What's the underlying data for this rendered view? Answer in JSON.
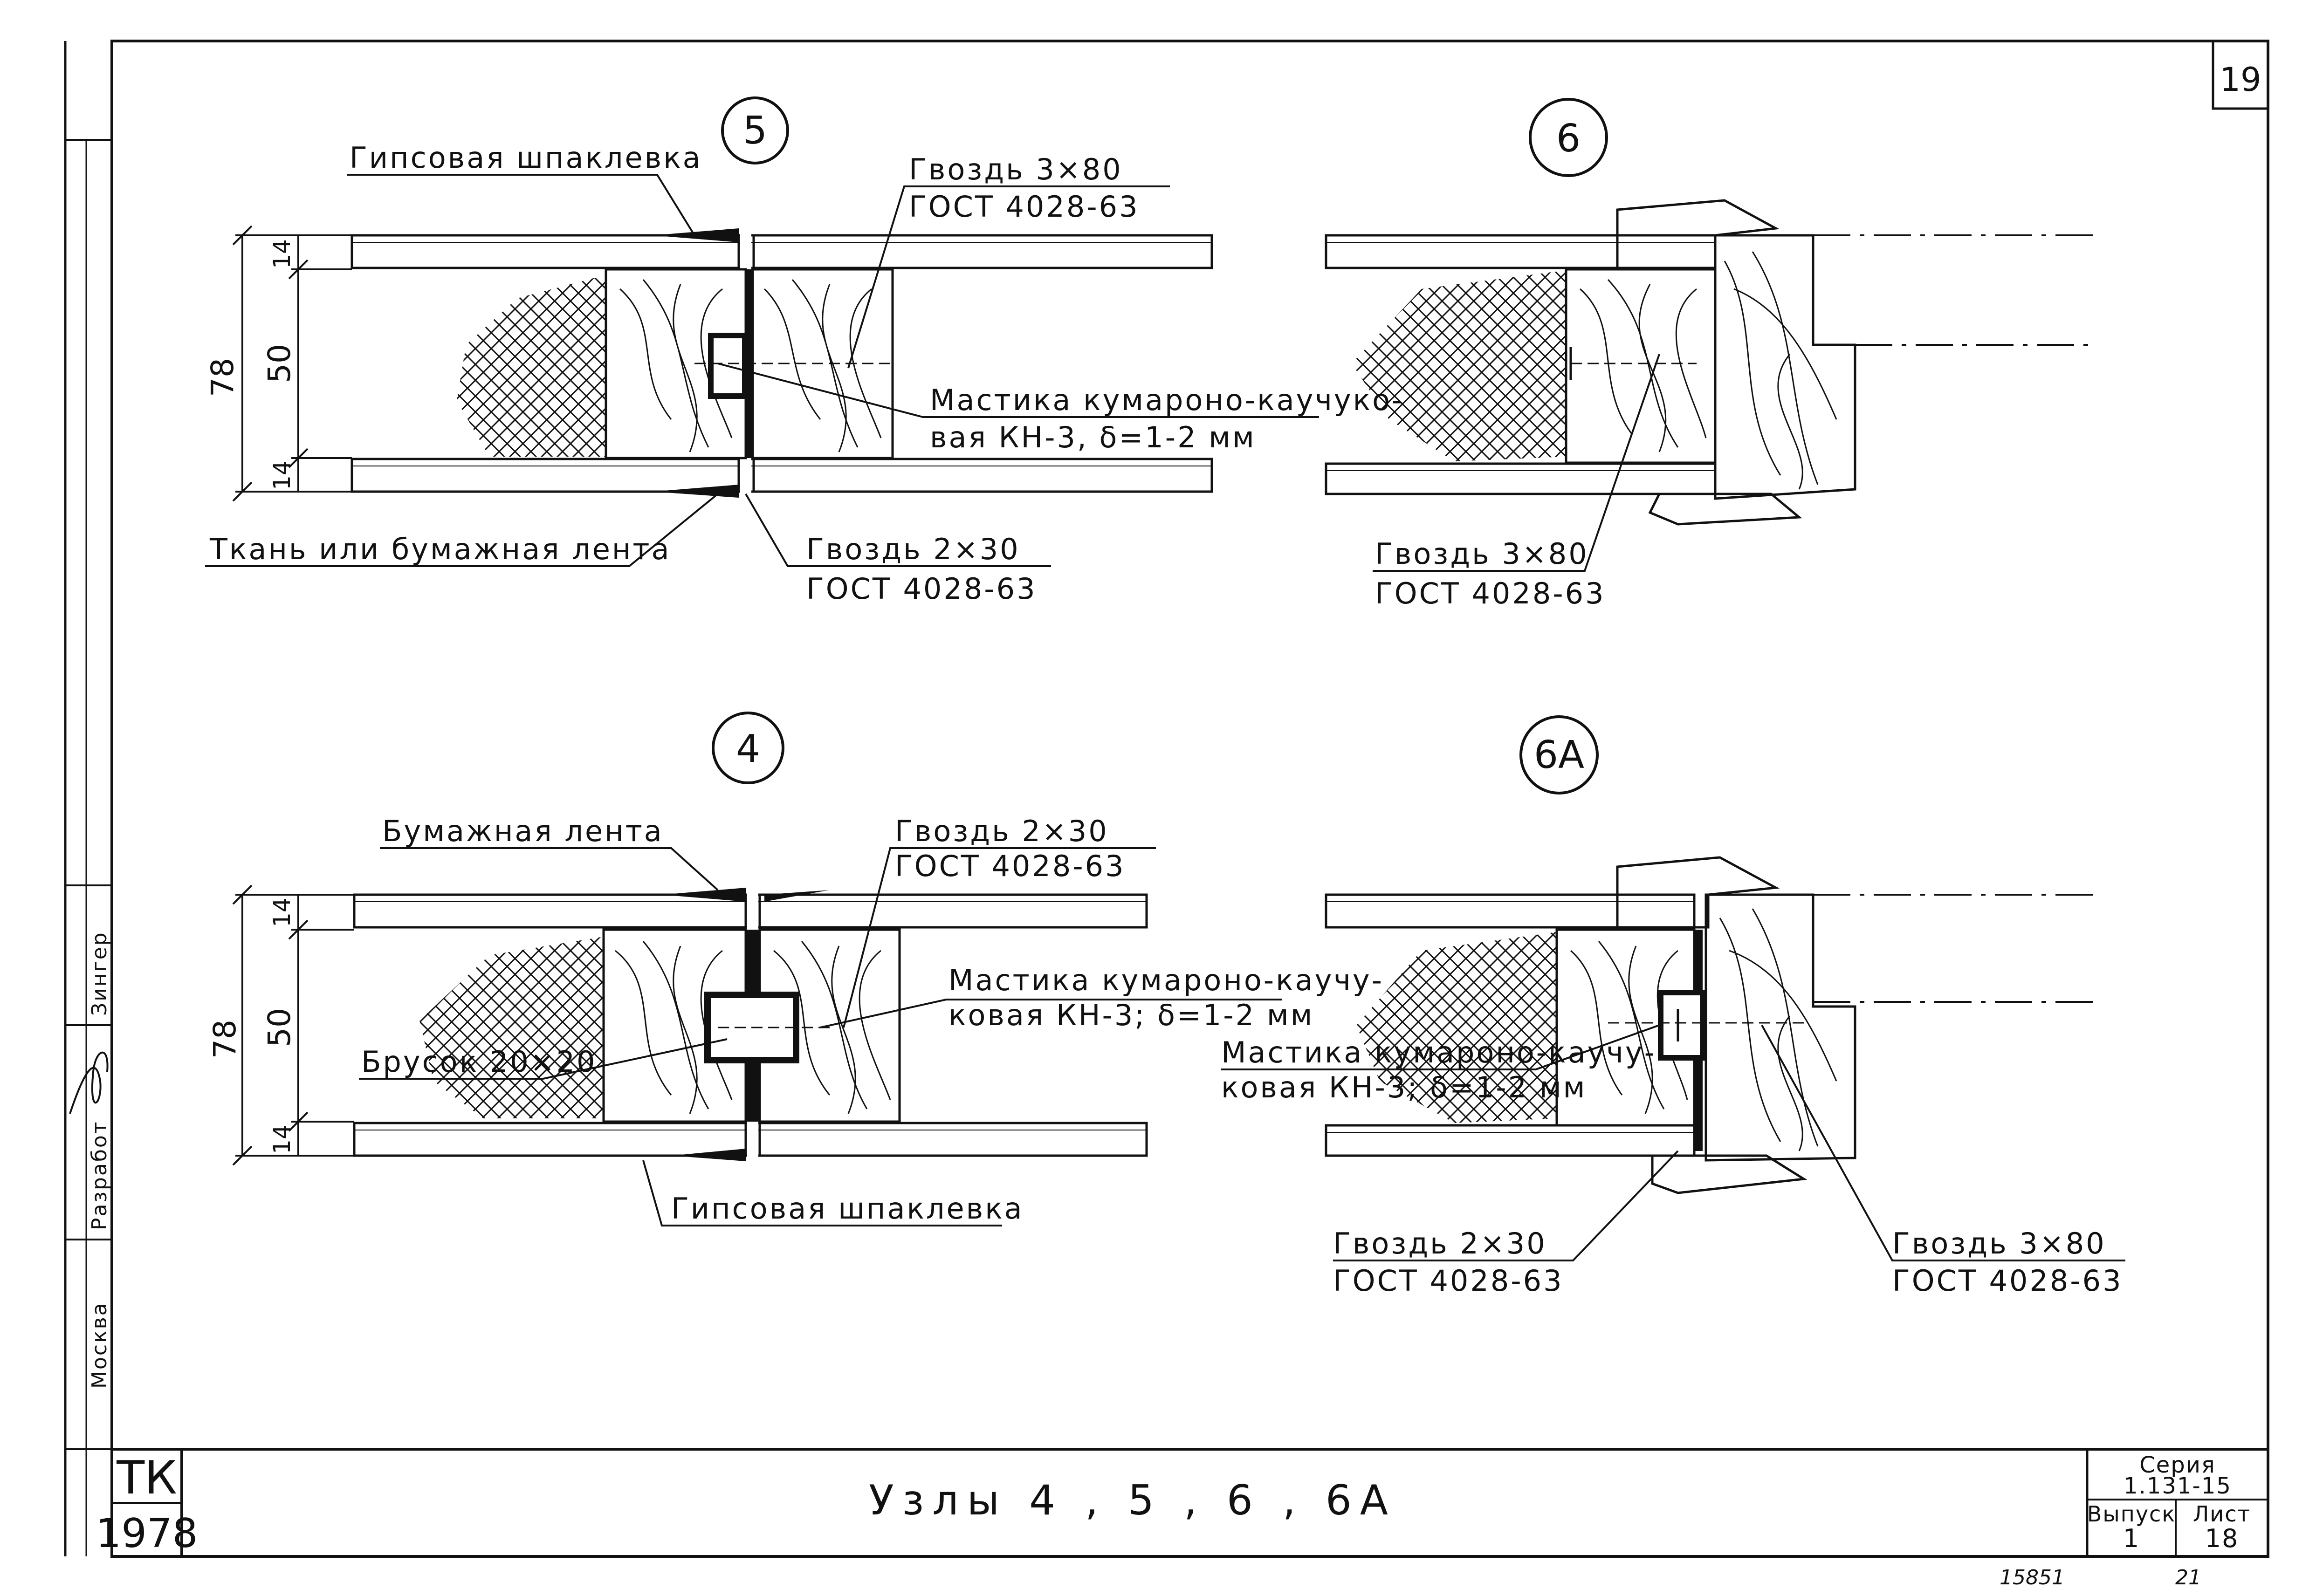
{
  "sheet": {
    "page_number": "19",
    "title": "Узлы 4 , 5 , 6 , 6А",
    "org_code": "ТК",
    "year": "1978",
    "series_label": "Серия",
    "series_number": "1.131-15",
    "issue_label": "Выпуск",
    "issue_value": "1",
    "sheet_label": "Лист",
    "sheet_value": "18",
    "stamp_left": "15851",
    "stamp_right": "21",
    "side_org": "Москва",
    "side_developer_label": "Разработ",
    "side_developer_name": "Зингер"
  },
  "nodes": {
    "n5": {
      "marker": "5",
      "dim_total": "78",
      "dim_mid": "50",
      "dim_top": "14",
      "dim_bot": "14",
      "labels": {
        "plaster": "Гипсовая шпаклевка",
        "nail_top_1": "Гвоздь 3×80",
        "nail_top_2": "ГОСТ 4028-63",
        "mastic_1": "Мастика кумароно-каучуко-",
        "mastic_2": "вая КН-3, δ=1-2 мм",
        "tape": "Ткань или бумажная лента",
        "nail_bot_1": "Гвоздь 2×30",
        "nail_bot_2": "ГОСТ 4028-63"
      }
    },
    "n6": {
      "marker": "6",
      "labels": {
        "nail_1": "Гвоздь 3×80",
        "nail_2": "ГОСТ 4028-63"
      }
    },
    "n4": {
      "marker": "4",
      "dim_total": "78",
      "dim_mid": "50",
      "dim_top": "14",
      "dim_bot": "14",
      "labels": {
        "tape": "Бумажная лента",
        "nail_1": "Гвоздь 2×30",
        "nail_2": "ГОСТ 4028-63",
        "mastic_1": "Мастика кумароно-каучу-",
        "mastic_2": "ковая КН-3; δ=1-2 мм",
        "bar": "Брусок 20×20",
        "plaster": "Гипсовая шпаклевка"
      }
    },
    "n6a": {
      "marker": "6А",
      "labels": {
        "mastic_1": "Мастика кумароно-каучу-",
        "mastic_2": "ковая КН-3; δ=1-2 мм",
        "nail_a_1": "Гвоздь 2×30",
        "nail_a_2": "ГОСТ 4028-63",
        "nail_b_1": "Гвоздь 3×80",
        "nail_b_2": "ГОСТ 4028-63"
      }
    }
  }
}
